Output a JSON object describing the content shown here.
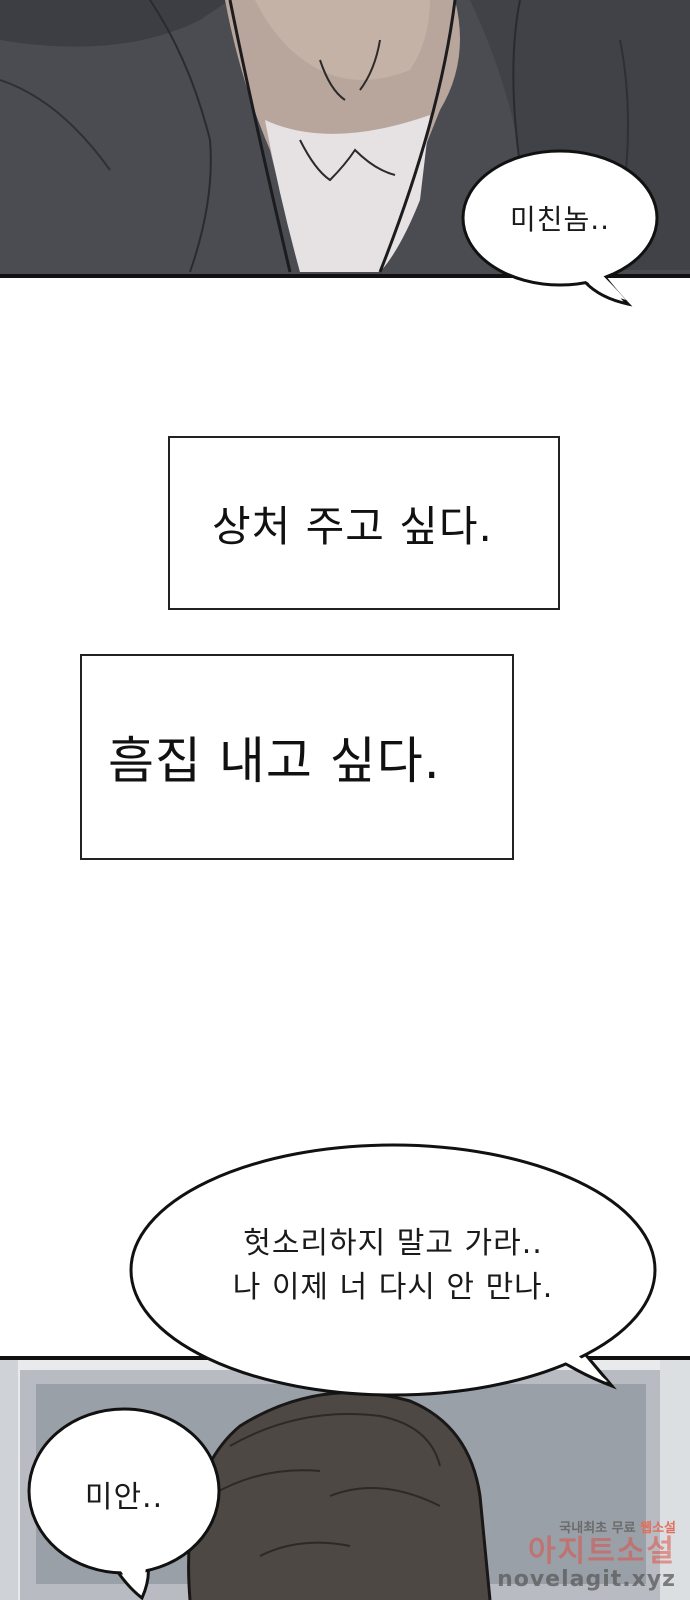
{
  "top_panel": {
    "bubble_text": "미친놈.."
  },
  "captions": [
    {
      "text": "상처 주고 싶다."
    },
    {
      "text": "흠집 내고 싶다."
    }
  ],
  "bottom_panel": {
    "bubble_large": {
      "line1": "헛소리하지 말고 가라..",
      "line2": "나 이제 너 다시 안 만나."
    },
    "bubble_small_text": "미안.."
  },
  "watermark": {
    "line1_prefix": "국내최초 무료 ",
    "line1_accent": "웹소설",
    "line2": "아지트소설",
    "line3": "novelagit.xyz"
  }
}
